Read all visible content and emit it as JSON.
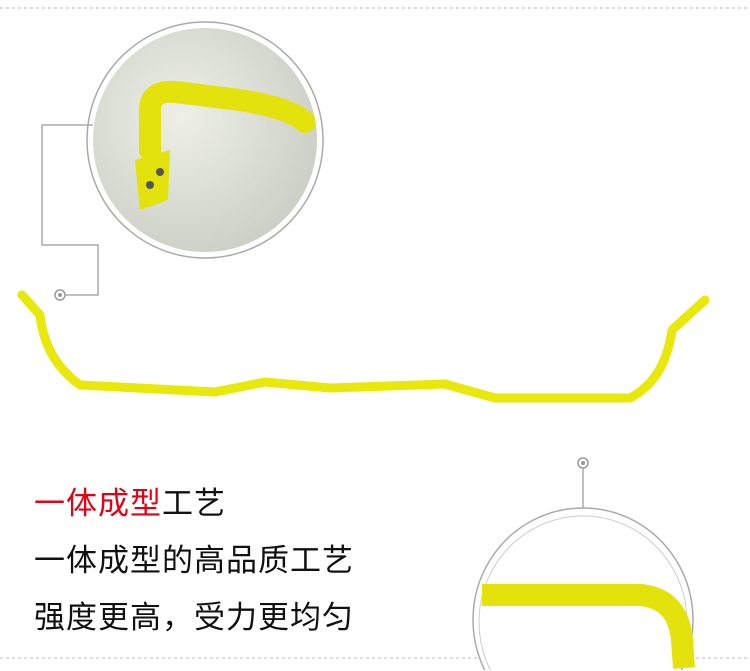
{
  "headline": {
    "highlight": "一体成型",
    "rest": "工艺"
  },
  "lines": [
    "一体成型的高品质工艺",
    "强度更高，受力更均匀"
  ],
  "colors": {
    "accent": "#e60012",
    "product": "#e8e80a",
    "outline": "#999999"
  }
}
